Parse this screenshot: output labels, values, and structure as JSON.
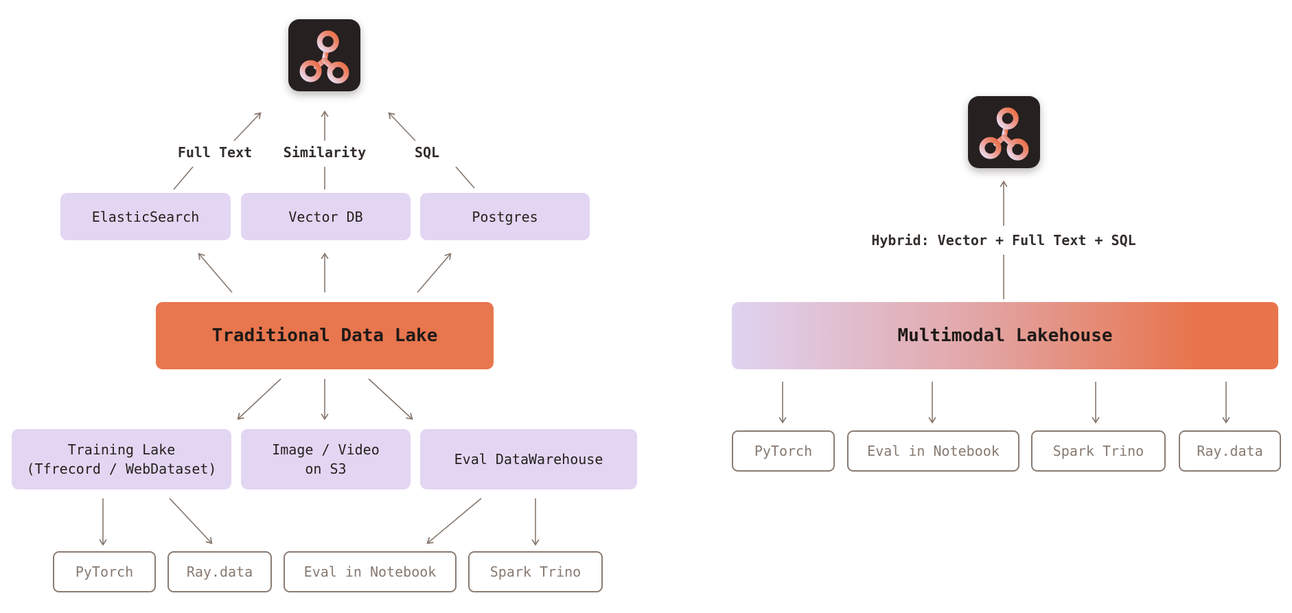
{
  "left": {
    "query_labels": [
      "Full Text",
      "Similarity",
      "SQL"
    ],
    "engines": [
      "ElasticSearch",
      "Vector DB",
      "Postgres"
    ],
    "hub": "Traditional Data Lake",
    "stores": [
      [
        "Training Lake",
        "(Tfrecord / WebDataset)"
      ],
      [
        "Image / Video",
        "on S3"
      ],
      [
        "Eval DataWarehouse"
      ]
    ],
    "consumers": [
      "PyTorch",
      "Ray.data",
      "Eval in Notebook",
      "Spark Trino"
    ]
  },
  "right": {
    "query_label": "Hybrid: Vector + Full Text + SQL",
    "hub": "Multimodal Lakehouse",
    "consumers": [
      "PyTorch",
      "Eval in Notebook",
      "Spark Trino",
      "Ray.data"
    ]
  },
  "icons": {
    "logo": "molecule-graph-logo-icon"
  },
  "colors": {
    "background": "#FFFFFF",
    "lavender_box": "#E3D6F2",
    "orange_box": "#E8764E",
    "gradient_start": "#DFD3F1",
    "gradient_end": "#E8744C",
    "arrow": "#85776D",
    "outline_box_border": "#8A7C73",
    "outline_box_text": "#877A71",
    "dark_tile": "#262020",
    "logo_gradient_start": "#E9E2F7",
    "logo_gradient_end": "#E96F45",
    "text_dark": "#26211F"
  }
}
